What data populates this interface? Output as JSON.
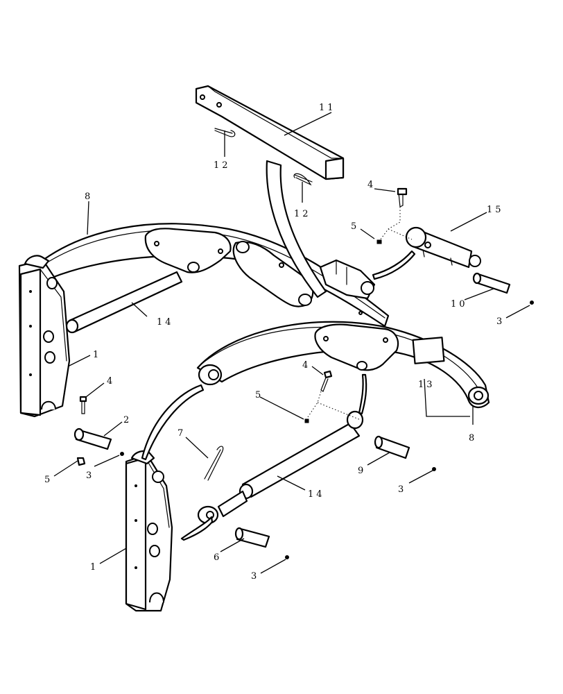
{
  "diagram": {
    "callouts": [
      {
        "id": "c11",
        "text": "11"
      },
      {
        "id": "c12a",
        "text": "12"
      },
      {
        "id": "c12b",
        "text": "12"
      },
      {
        "id": "c4a",
        "text": "4"
      },
      {
        "id": "c15",
        "text": "15"
      },
      {
        "id": "c5a",
        "text": "5"
      },
      {
        "id": "c8a",
        "text": "8"
      },
      {
        "id": "c10",
        "text": "10"
      },
      {
        "id": "c3a",
        "text": "3"
      },
      {
        "id": "c14a",
        "text": "14"
      },
      {
        "id": "c1a",
        "text": "1"
      },
      {
        "id": "c4b",
        "text": "4"
      },
      {
        "id": "c4c",
        "text": "4"
      },
      {
        "id": "c13",
        "text": "13"
      },
      {
        "id": "c5b",
        "text": "5"
      },
      {
        "id": "c2",
        "text": "2"
      },
      {
        "id": "c8b",
        "text": "8"
      },
      {
        "id": "c7",
        "text": "7"
      },
      {
        "id": "c9",
        "text": "9"
      },
      {
        "id": "c5c",
        "text": "5"
      },
      {
        "id": "c3b",
        "text": "3"
      },
      {
        "id": "c3c",
        "text": "3"
      },
      {
        "id": "c14b",
        "text": "14"
      },
      {
        "id": "c1b",
        "text": "1"
      },
      {
        "id": "c6",
        "text": "6"
      },
      {
        "id": "c3d",
        "text": "3"
      }
    ]
  }
}
